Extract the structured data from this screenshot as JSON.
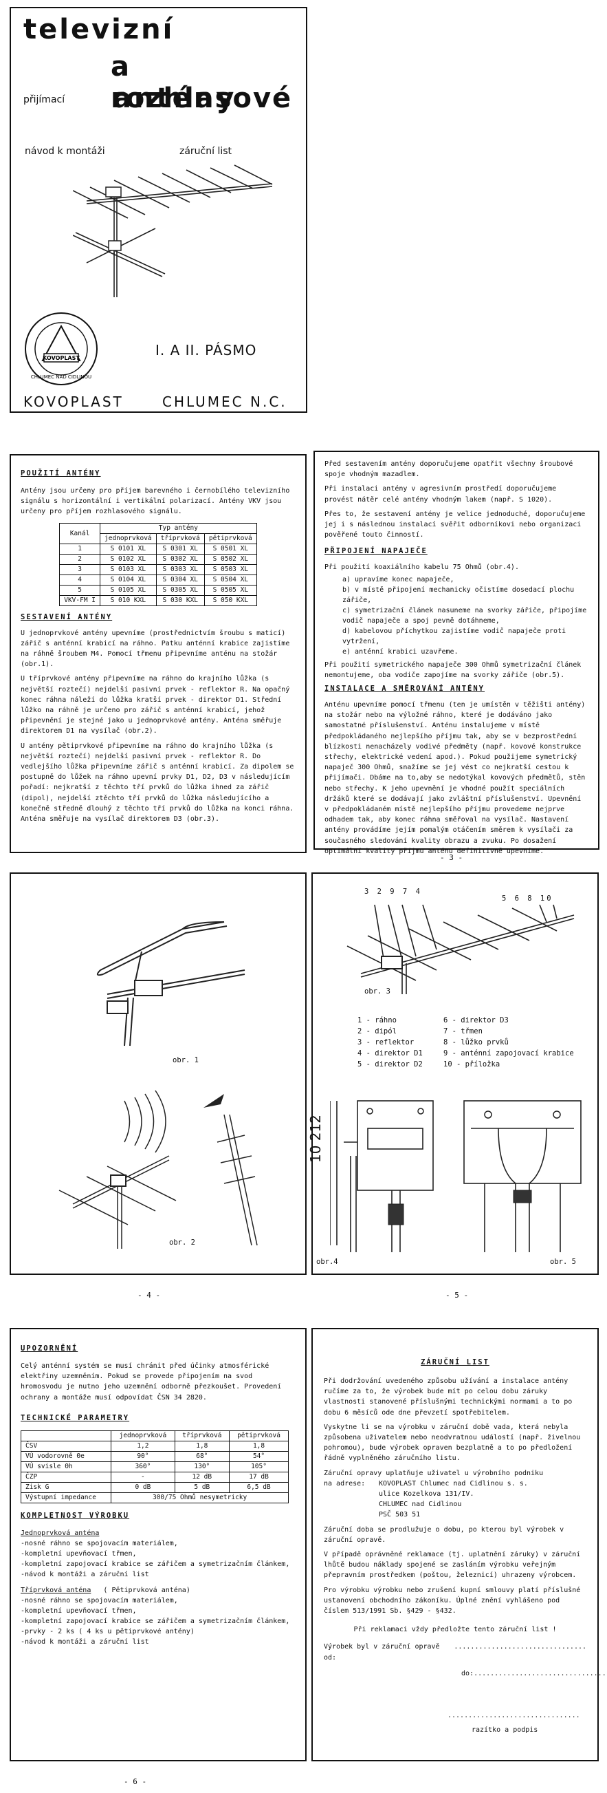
{
  "cover": {
    "title1": "televizní",
    "title2": "a rozhlasové",
    "prijimaci": "přijímací",
    "title3": "antény",
    "navod": "návod k montáži",
    "zarucni": "záruční list",
    "logo_text": "KOVOPLAST",
    "logo_ring": "CHLUMEC NAD CIDLINOU",
    "pasmo": "I. A II. PÁSMO",
    "company": "KOVOPLAST",
    "city": "CHLUMEC N.C."
  },
  "page3_left": {
    "heading1": "POUŽITÍ ANTÉNY",
    "p1": "Antény jsou určeny pro příjem barevného i černobílého televizního signálu s horizontální i vertikální polarizací. Antény VKV jsou určeny pro příjem rozhlasového signálu.",
    "table": {
      "col_kanal": "Kanál",
      "col_typ": "Typ antény",
      "cols": [
        "jednoprvková",
        "tříprvková",
        "pětiprvková"
      ],
      "rows": [
        [
          "1",
          "S 0101 XL",
          "S 0301 XL",
          "S 0501 XL"
        ],
        [
          "2",
          "S 0102 XL",
          "S 0302 XL",
          "S 0502 XL"
        ],
        [
          "3",
          "S 0103 XL",
          "S 0303 XL",
          "S 0503 XL"
        ],
        [
          "4",
          "S 0104 XL",
          "S 0304 XL",
          "S 0504 XL"
        ],
        [
          "5",
          "S 0105 XL",
          "S 0305 XL",
          "S 0505 XL"
        ],
        [
          "VKV-FM I",
          "S 010 KXL",
          "S 030 KXL",
          "S 050 KXL"
        ]
      ]
    },
    "heading2": "SESTAVENÍ ANTÉNY",
    "p2": "U jednoprvkové antény upevníme (prostřednictvím šroubu s maticí) zářič s anténní krabicí na ráhno. Patku anténní krabice zajistíme na ráhně šroubem M4. Pomocí třmenu připevníme anténu na stožár (obr.1).",
    "p3": "U tříprvkové antény připevníme na ráhno do krajního lůžka (s největší roztečí) nejdelší pasivní prvek - reflektor R. Na opačný konec ráhna náleží do lůžka kratší prvek - direktor D1. Střední lůžko na ráhně je určeno pro zářič s anténní krabicí, jehož připevnění je stejné jako u jednoprvkové antény. Anténa směřuje direktorem D1 na vysílač (obr.2).",
    "p4": "U antény pětiprvkové připevníme na ráhno do krajního lůžka (s největší roztečí) nejdelší pasivní prvek - reflektor R. Do vedlejšího lůžka připevníme zářič s anténní krabicí. Za dipolem se postupně do lůžek na ráhno upevní prvky D1, D2, D3 v následujícím pořadí: nejkratší z těchto tří prvků do lůžka ihned za zářič (dipol), nejdelší ztěchto tří prvků do lůžka následujícího a konečně středně dlouhý z těchto tří prvků do lůžka na konci ráhna. Anténa směřuje na vysílač direktorem D3 (obr.3)."
  },
  "page3_right": {
    "p1": "Před sestavením antény doporučujeme opatřit všechny šroubové spoje vhodným mazadlem.",
    "p2": "Při instalaci antény v agresivním prostředí doporučujeme provést nátěr celé antény vhodným lakem (např. S 1020).",
    "p3": "Přes to, že sestavení antény je velice jednoduché, doporučujeme jej i s následnou instalací svěřit odborníkovi nebo organizaci pověřené touto činností.",
    "heading1": "PŘIPOJENÍ NAPAJEČE",
    "p4": "Při použití koaxiálního kabelu 75 Ohmů (obr.4).",
    "steps": [
      "a) upravíme konec napaječe,",
      "b) v místě připojení mechanicky očistíme dosedací plochu zářiče,",
      "c) symetrizační článek nasuneme na svorky zářiče, připojíme vodič napaječe a spoj pevně dotáhneme,",
      "d) kabelovou příchytkou zajistíme vodič napaječe proti vytržení,",
      "e) anténní krabici uzavřeme."
    ],
    "p5": "Při použití symetrického napaječe 300 Ohmů symetrizační článek nemontujeme, oba vodiče zapojíme na svorky zářiče (obr.5).",
    "heading2": "INSTALACE A SMĚROVÁNÍ ANTÉNY",
    "p6": "Anténu upevníme pomocí třmenu (ten je umístěn v těžišti antény) na stožár nebo na výložné ráhno, které je dodáváno jako samostatné příslušenství. Anténu instalujeme v místě předpokládaného nejlepšího příjmu tak, aby se v bezprostřední blízkosti nenacházely vodivé předměty (např. kovové konstrukce střechy, elektrické vedení apod.). Pokud použijeme symetrický napaječ 300 Ohmů, snažíme se jej vést co nejkratší cestou k přijímači. Dbáme na to,aby se nedotýkal kovových předmětů, stěn nebo střechy. K jeho upevnění je vhodné použít speciálních držáků které se dodávají jako zvláštní příslušenství. Upevnění v předpokládaném místě nejlepšího příjmu provedeme nejprve odhadem tak, aby konec ráhna směřoval na vysílač. Nastavení antény provádíme jejím pomalým otáčením směrem k vysílači za současného sledování kvality obrazu a zvuku. Po dosažení optimální kvality příjmu anténu definitivně upevníme."
  },
  "page3_num": "- 3 -",
  "page4": {
    "obr1": "obr. 1",
    "obr2": "obr. 2",
    "num": "- 4 -"
  },
  "page5": {
    "obr3": "obr. 3",
    "top_labels": "3 2 9 7 4",
    "top_labels2": "5 6 8 10",
    "legend_left": [
      "1 - ráhno",
      "2 - dipól",
      "3 - reflektor",
      "4 - direktor D1",
      "5 - direktor D2"
    ],
    "legend_right": [
      "6 - direktor D3",
      "7 - třmen",
      "8 - lůžko prvků",
      "9 - anténní zapojovací krabice",
      "10 - příložka"
    ],
    "dim_label": "10 212",
    "obr4": "obr.4",
    "obr5": "obr. 5",
    "num": "- 5 -"
  },
  "page6_left": {
    "heading1": "UPOZORNĚNÍ",
    "p1": "Celý anténní systém se musí chránit před účinky atmosférické elektřiny uzemněním. Pokud se provede připojením na svod hromosvodu je nutno jeho uzemnění odborně přezkoušet. Provedení ochrany a montáže musí odpovídat ČSN 34 2820.",
    "heading2": "TECHNICKÉ PARAMETRY",
    "params": {
      "cols": [
        "jednoprvková",
        "tříprvková",
        "pětiprvková"
      ],
      "rows": [
        [
          "ČSV",
          "1,2",
          "1,8",
          "1,8"
        ],
        [
          "VÚ vodorovně Θe",
          "90°",
          "68°",
          "54°"
        ],
        [
          "VÚ svisle Θh",
          "360°",
          "130°",
          "105°"
        ],
        [
          "ČZP",
          "-",
          "12 dB",
          "17 dB"
        ],
        [
          "Zisk G",
          "0 dB",
          "5 dB",
          "6,5 dB"
        ]
      ],
      "impedance_label": "Výstupní impedance",
      "impedance_value": "300/75 Ohmů nesymetricky"
    },
    "heading3": "KOMPLETNOST VÝROBKU",
    "sub1": "Jednoprvková anténa",
    "list1": [
      "-nosné ráhno se spojovacím materiálem,",
      "-kompletní upevňovací třmen,",
      "-kompletní zapojovací krabice se zářičem a symetrizačním článkem,",
      "-návod k montáži a záruční list"
    ],
    "sub2": "Tříprvková anténa",
    "sub2b": "( Pětiprvková anténa)",
    "list2": [
      "-nosné ráhno se spojovacím materiálem,",
      "-kompletní upevňovací třmen,",
      "-kompletní zapojovací krabice se zářičem a symetrizačním článkem,",
      "-prvky - 2 ks ( 4 ks u pětiprvkové antény)",
      "-návod k montáži a záruční list"
    ]
  },
  "page6_right": {
    "heading": "ZÁRUČNÍ LIST",
    "p1": "Při dodržování uvedeného způsobu užívání a instalace antény ručíme za to, že výrobek bude mít po celou dobu záruky vlastnosti stanovené příslušnými technickými normami a to po dobu 6 měsíců ode dne převzetí spotřebitelem.",
    "p2": "Vyskytne li se na výrobku v záruční době vada, která nebyla způsobena uživatelem nebo neodvratnou událostí (např. živelnou pohromou), bude výrobek opraven bezplatně a to po předložení řádně vyplněného záručního listu.",
    "p3": "Záruční opravy uplatňuje uživatel u výrobního podniku",
    "addr_label": "na adrese:",
    "addr": [
      "KOVOPLAST Chlumec nad Cidlinou s. s.",
      "ulice Kozelkova 131/IV.",
      "CHLUMEC nad Cidlinou",
      "PSČ 503 51"
    ],
    "p4": "Záruční doba se prodlužuje o dobu, po kterou byl výrobek v záruční opravě.",
    "p5": "V případě oprávněné reklamace (tj. uplatnění záruky) v záruční lhůtě budou náklady spojené se zasláním výrobku veřejným přepravním prostředkem (poštou, železnicí) uhrazeny výrobcem.",
    "p6": "Pro výrobku výrobku nebo zrušení kupní smlouvy platí příslušné ustanovení obchodního zákoníku. Úplné znění vyhlášeno pod číslem 513/1991 Sb. §429 - §432.",
    "p7": "Při reklamaci vždy předložte tento záruční list !",
    "sold": "Výrobek byl v záruční opravě od:",
    "do": "do:",
    "dots": "................................",
    "sig": "razítko a podpis"
  },
  "page6_num": "- 6 -"
}
